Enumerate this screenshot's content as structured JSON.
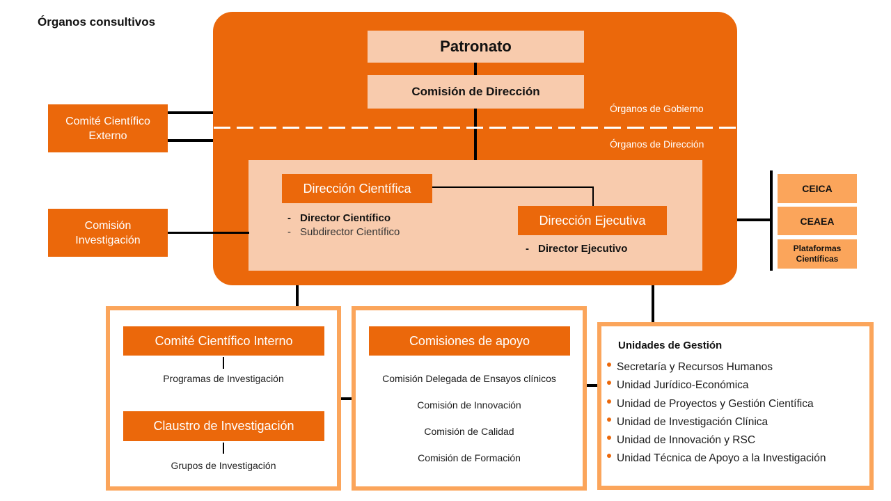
{
  "title": "Órganos consultivos",
  "governance": {
    "patronato": "Patronato",
    "comision_direccion": "Comisión de Dirección",
    "label_gobierno": "Órganos de Gobierno",
    "label_direccion": "Órganos de Dirección"
  },
  "direccion": {
    "dash": "-",
    "cientifica": {
      "title": "Dirección Científica",
      "members": [
        "Director Científico",
        "Subdirector Científico"
      ]
    },
    "ejecutiva": {
      "title": "Dirección Ejecutiva",
      "members": [
        "Director Ejecutivo"
      ]
    }
  },
  "consultivos": [
    {
      "line1": "Comité Científico",
      "line2": "Externo"
    },
    {
      "line1": "Comisión",
      "line2": "Investigación"
    }
  ],
  "side_units": [
    "CEICA",
    "CEAEA",
    {
      "line1": "Plataformas",
      "line2": "Científicas"
    }
  ],
  "research_box": {
    "comite_interno": "Comité Científico Interno",
    "programas": "Programas de Investigación",
    "claustro": "Claustro de Investigación",
    "grupos": "Grupos de Investigación"
  },
  "support_box": {
    "title": "Comisiones de apoyo",
    "items": [
      "Comisión Delegada de Ensayos clínicos",
      "Comisión de Innovación",
      "Comisión de Calidad",
      "Comisión de Formación"
    ]
  },
  "management_box": {
    "title": "Unidades de Gestión",
    "items": [
      "Secretaría y Recursos Humanos",
      "Unidad Jurídico-Económica",
      "Unidad de Proyectos y Gestión Científica",
      "Unidad de Investigación Clínica",
      "Unidad de Innovación y RSC",
      "Unidad Técnica de Apoyo a la Investigación"
    ]
  },
  "colors": {
    "primary_orange": "#EB680B",
    "peach": "#F8CBAD",
    "light_orange": "#FBA55B"
  }
}
